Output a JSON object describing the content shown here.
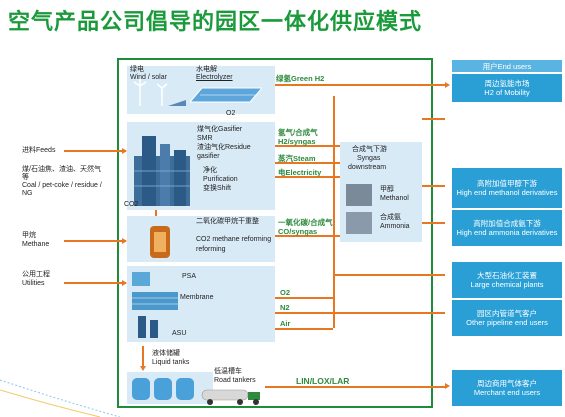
{
  "title": "空气产品公司倡导的园区一体化供应模式",
  "end_users_header": "用户End users",
  "end_users": [
    {
      "cn": "周边氢能市场",
      "en": "H2 of Mobility"
    },
    {
      "cn": "高附加值甲醇下游",
      "en": "High end methanol derivatives"
    },
    {
      "cn": "高附加值合成氨下游",
      "en": "High end ammonia derivatives"
    },
    {
      "cn": "大型石油化工装置",
      "en": "Large chemical plants"
    },
    {
      "cn": "园区内管道气客户",
      "en": "Other pipeline end users"
    },
    {
      "cn": "周边商用气体客户",
      "en": "Merchant end users"
    }
  ],
  "inputs": {
    "feeds": "进料Feeds",
    "coal_cn": "煤/石油焦、渣油、天然气等",
    "coal_en": "Coal / pet-coke / residue / NG",
    "methane_cn": "甲烷",
    "methane_en": "Methane",
    "utilities_cn": "公用工程",
    "utilities_en": "Utilities"
  },
  "units": {
    "wind_cn": "绿电",
    "wind_en": "Wind / solar",
    "electrolyzer_cn": "水电解",
    "electrolyzer_en": "Electrolyzer",
    "o2_top": "O2",
    "gasifier_cn": "煤气化Gasifier",
    "smr": "SMR",
    "residue_cn": "渣油气化Residue",
    "gasifier_en": "gasifier",
    "purif_cn": "净化",
    "purif_en": "Purification",
    "shift_cn": "变换Shift",
    "co2": "CO2",
    "co2ref_cn": "二氧化碳甲烷干重整",
    "co2ref_en": "CO2 methane reforming",
    "psa": "PSA",
    "membrane": "Membrane",
    "asu": "ASU",
    "liquid_cn": "液体储罐",
    "liquid_en": "Liquid tanks",
    "road_cn": "低温槽车",
    "road_en": "Road tankers"
  },
  "flows": {
    "green_h2": "绿氢Green H2",
    "h2_syngas_cn": "氢气/合成气",
    "h2_syngas_en": "H2/syngas",
    "steam": "蒸汽Steam",
    "electricity": "电Electricity",
    "co_syngas_cn": "一氧化碳/合成气",
    "co_syngas_en": "CO/syngas",
    "o2": "O2",
    "n2": "N2",
    "air": "Air",
    "lin": "LIN/LOX/LAR"
  },
  "syngas": {
    "title_cn": "合成气下游",
    "title_en1": "Syngas",
    "title_en2": "downstream",
    "methanol_cn": "甲醇",
    "methanol_en": "Methanol",
    "ammonia_cn": "合成氨",
    "ammonia_en": "Ammonia"
  },
  "colors": {
    "green": "#1e8c3a",
    "orange": "#e87722",
    "blue": "#2a9fd6",
    "panel": "#d9eaf7"
  }
}
